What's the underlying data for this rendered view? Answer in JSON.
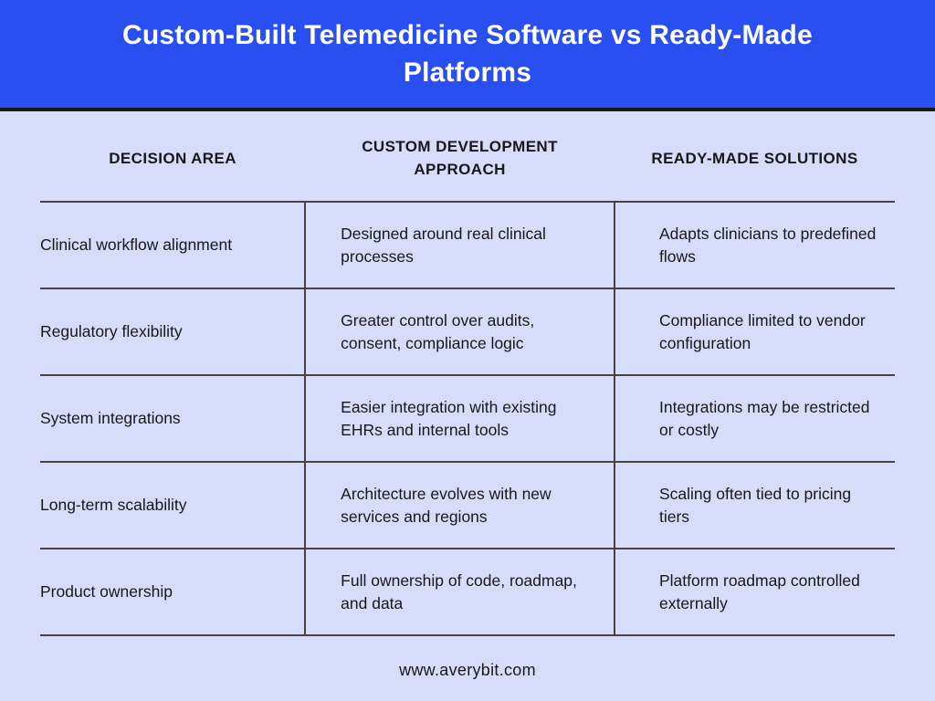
{
  "header": {
    "title": "Custom-Built Telemedicine Software vs Ready-Made Platforms",
    "background_color": "#2a4ff0",
    "text_color": "#ffffff",
    "rule_color": "#17181c"
  },
  "page": {
    "background_color": "#d6ddfb",
    "text_color": "#17181c",
    "line_color": "#4a3f41"
  },
  "table": {
    "columns": [
      {
        "label": "DECISION AREA"
      },
      {
        "label": "CUSTOM DEVELOPMENT APPROACH"
      },
      {
        "label": "READY-MADE SOLUTIONS"
      }
    ],
    "rows": [
      {
        "area": "Clinical workflow alignment",
        "custom": "Designed around real clinical processes",
        "ready": "Adapts clinicians to predefined flows"
      },
      {
        "area": "Regulatory flexibility",
        "custom": "Greater control over audits, consent, compliance logic",
        "ready": "Compliance limited to vendor configuration"
      },
      {
        "area": "System integrations",
        "custom": "Easier integration with existing EHRs and internal tools",
        "ready": "Integrations may be restricted or costly"
      },
      {
        "area": "Long-term scalability",
        "custom": "Architecture evolves with new services and regions",
        "ready": "Scaling often tied to pricing tiers"
      },
      {
        "area": "Product ownership",
        "custom": "Full ownership of code, roadmap, and data",
        "ready": "Platform roadmap controlled externally"
      }
    ]
  },
  "footer": {
    "url": "www.averybit.com"
  }
}
